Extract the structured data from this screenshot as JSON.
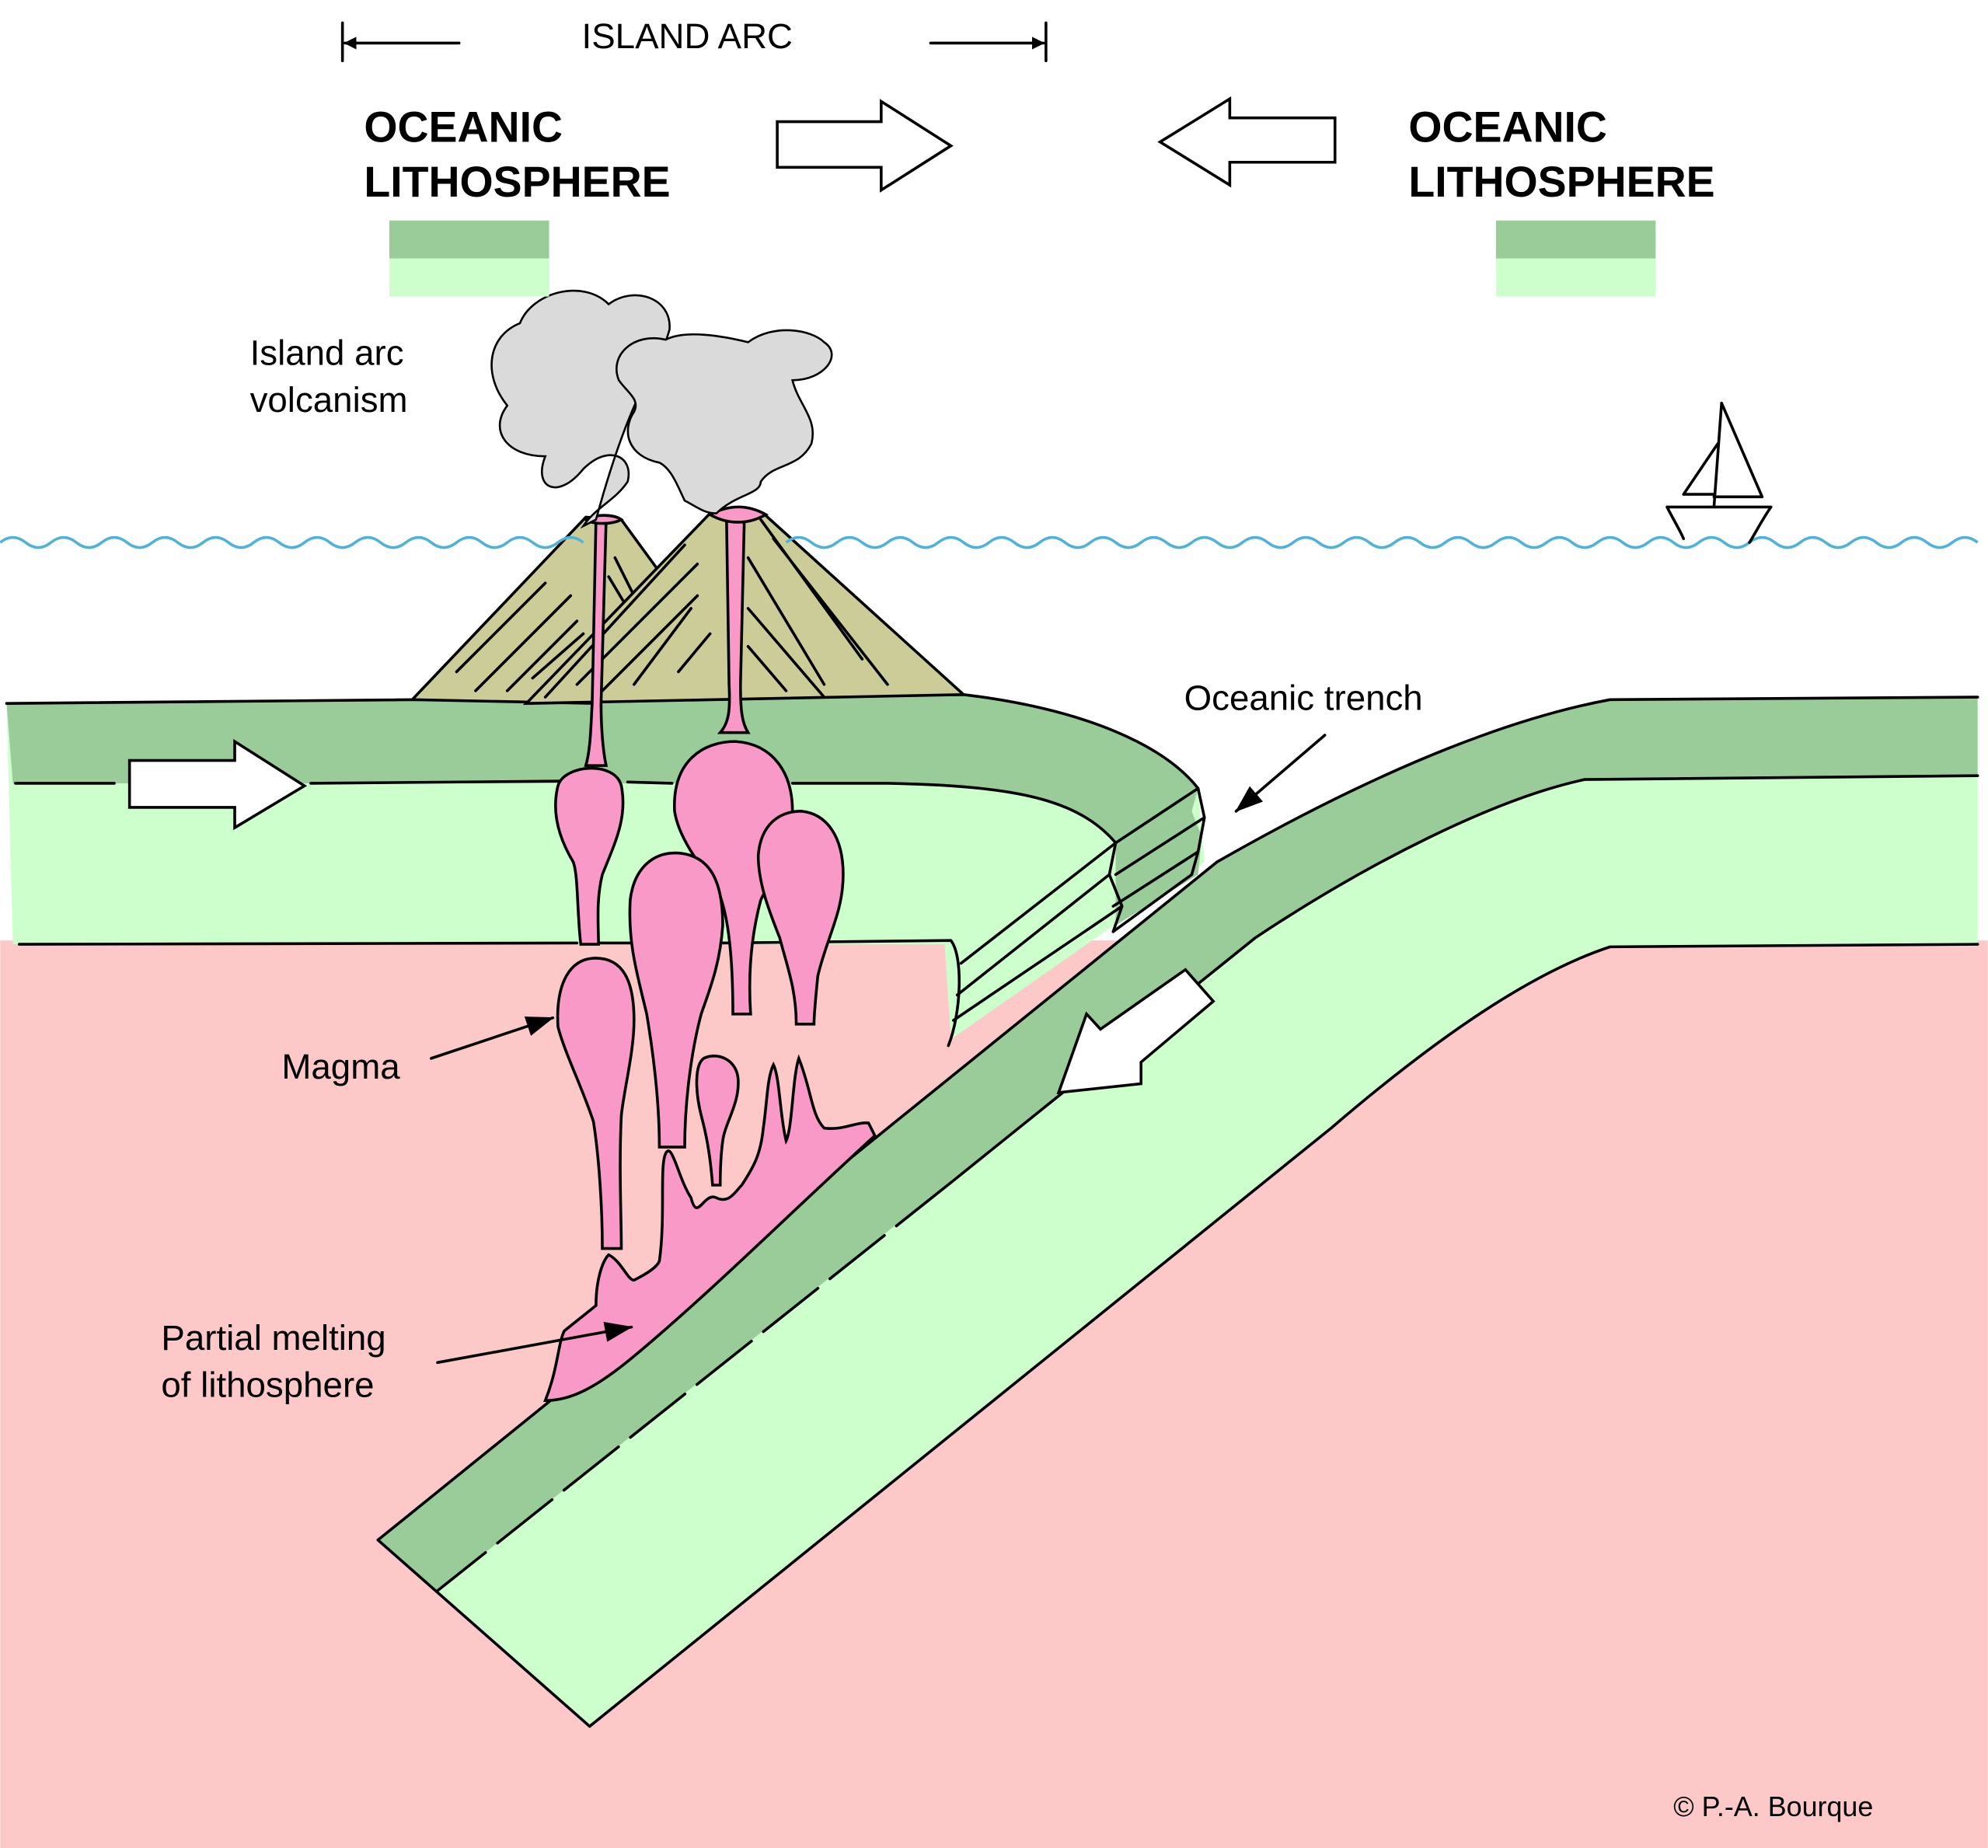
{
  "colors": {
    "dark_lithosphere": "#99cc99",
    "light_lithosphere": "#ccffcc",
    "mantle": "#fcc8c8",
    "magma": "#f999c8",
    "volcano": "#cccc99",
    "ash_cloud": "#dadada",
    "sea_surface": "#4fb3d9"
  },
  "labels": {
    "island_arc": "ISLAND ARC",
    "left_plate_line1": "OCEANIC",
    "left_plate_line2": "LITHOSPHERE",
    "right_plate_line1": "OCEANIC",
    "right_plate_line2": "LITHOSPHERE",
    "volcanism_line1": "Island arc",
    "volcanism_line2": "volcanism",
    "trench": "Oceanic trench",
    "magma": "Magma",
    "melting_line1": "Partial melting",
    "melting_line2": "of lithosphere",
    "copyright": "© P.-A. Bourque"
  }
}
